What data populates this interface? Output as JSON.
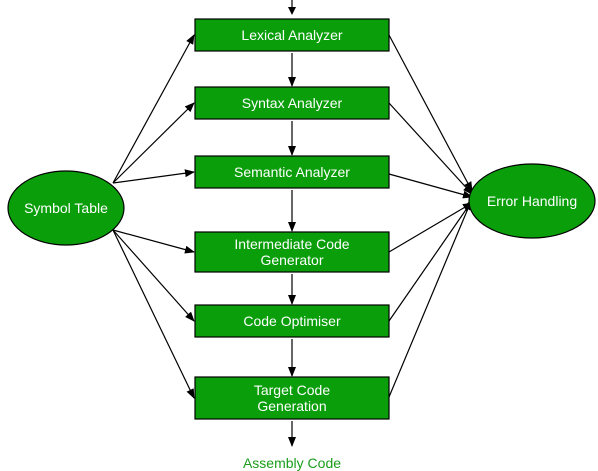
{
  "diagram": {
    "colors": {
      "node_fill": "#0a9e0a",
      "node_stroke": "#000000",
      "node_text": "#ffffff",
      "edge": "#000000",
      "output_text": "#1a9e1a",
      "background": "#ffffff"
    },
    "phases": [
      {
        "id": "lexical",
        "lines": [
          "Lexical Analyzer"
        ]
      },
      {
        "id": "syntax",
        "lines": [
          "Syntax Analyzer"
        ]
      },
      {
        "id": "semantic",
        "lines": [
          "Semantic Analyzer"
        ]
      },
      {
        "id": "intermediate",
        "lines": [
          "Intermediate Code",
          "Generator"
        ]
      },
      {
        "id": "optimiser",
        "lines": [
          "Code Optimiser"
        ]
      },
      {
        "id": "target",
        "lines": [
          "Target Code",
          "Generation"
        ]
      }
    ],
    "symbol_table": {
      "label": "Symbol Table"
    },
    "error_handling": {
      "label": "Error Handling"
    },
    "output": {
      "label": "Assembly Code"
    }
  }
}
